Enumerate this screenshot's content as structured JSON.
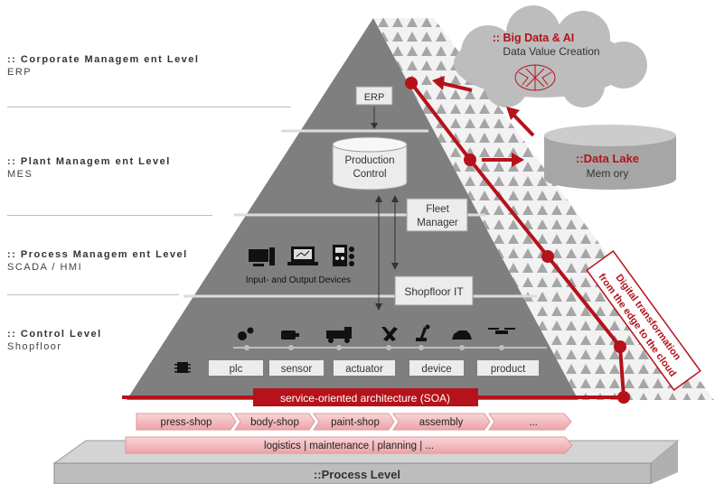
{
  "levels": [
    {
      "title": ":: Corporate Managem ent Level",
      "subtitle": "ERP"
    },
    {
      "title": ":: Plant Managem ent Level",
      "subtitle": "MES"
    },
    {
      "title": ":: Process Managem ent Level",
      "subtitle": "SCADA / HMI"
    },
    {
      "title": ":: Control Level",
      "subtitle": "Shopfloor"
    }
  ],
  "pyramid": {
    "erp": "ERP",
    "production_control": [
      "Production",
      "Control"
    ],
    "fleet_manager": [
      "Fleet",
      "Manager"
    ],
    "io_devices": "Input- and Output Devices",
    "shopfloor_it": "Shopfloor IT",
    "control_items": [
      "plc",
      "sensor",
      "actuator",
      "device",
      "product"
    ],
    "soa": "service-oriented architecture (SOA)"
  },
  "cloud": {
    "title": ":: Big Data & AI",
    "subtitle": "Data Value Creation"
  },
  "lake": {
    "title": "::Data Lake",
    "subtitle": "Mem ory"
  },
  "digital_transformation": [
    "Digital transformation",
    "from the edge to the cloud"
  ],
  "process_chain": [
    "press-shop",
    "body-shop",
    "paint-shop",
    "assembly",
    "..."
  ],
  "support_processes": "logistics | maintenance | planning | ...",
  "process_level": "::Process Level",
  "colors": {
    "accent": "#b5121b",
    "pyramid": "#7f7f7f",
    "box": "#ececec",
    "pink": "#f4b9bc"
  },
  "icons": [
    "chip-icon",
    "gears-icon",
    "motor-icon",
    "truck-icon",
    "tools-icon",
    "robot-arm-icon",
    "car-icon",
    "drone-icon",
    "computer-icon",
    "laptop-icon",
    "control-panel-icon",
    "brain-icon"
  ]
}
